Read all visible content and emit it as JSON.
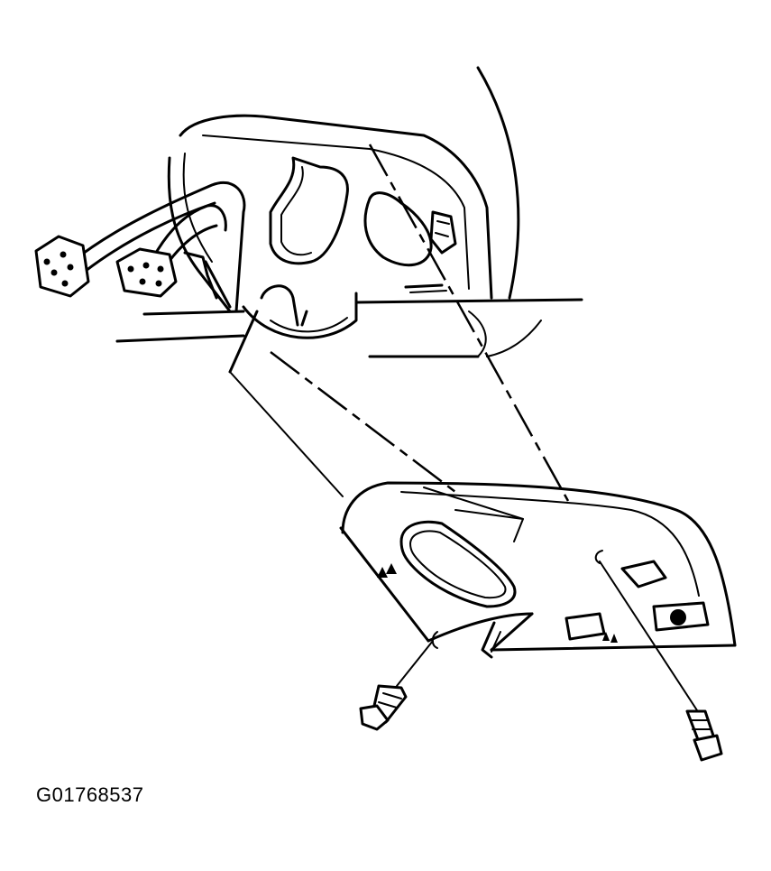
{
  "figure_code": "G01768537",
  "colors": {
    "line": "#000000",
    "background": "#ffffff"
  },
  "parts": [
    "overhead-console-housing",
    "wiring-harness",
    "connector-left",
    "connector-right",
    "console-trim-panel",
    "screw-left",
    "screw-right",
    "headliner-roof"
  ]
}
